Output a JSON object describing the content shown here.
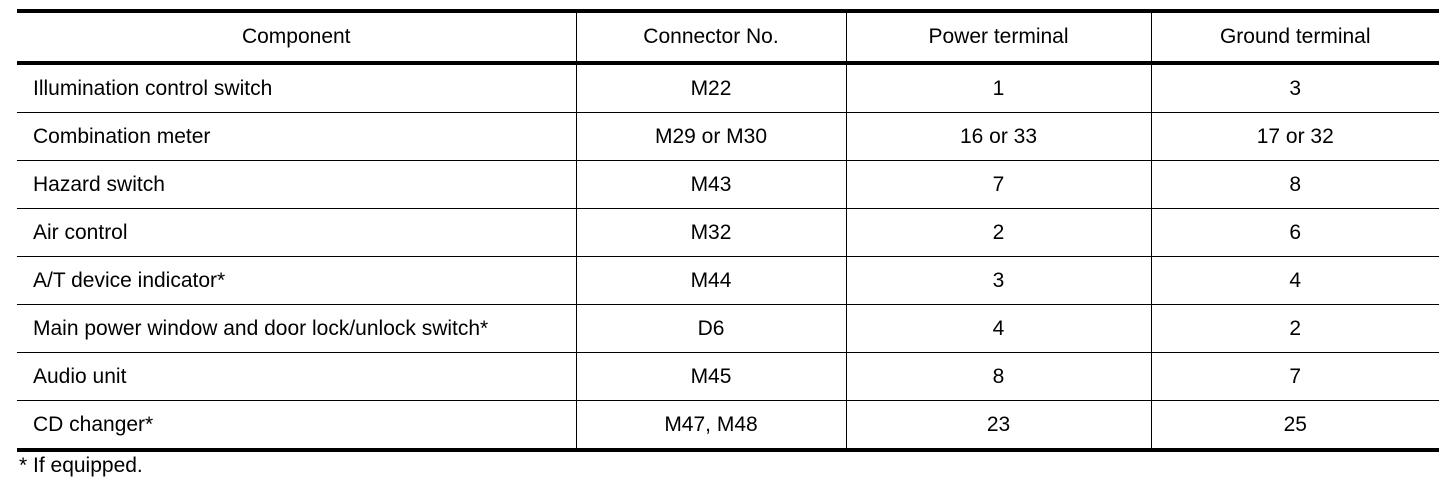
{
  "table": {
    "headers": [
      "Component",
      "Connector No.",
      "Power terminal",
      "Ground terminal"
    ],
    "rows": [
      [
        "Illumination control switch",
        "M22",
        "1",
        "3"
      ],
      [
        "Combination meter",
        "M29 or M30",
        "16 or 33",
        "17 or 32"
      ],
      [
        "Hazard switch",
        "M43",
        "7",
        "8"
      ],
      [
        "Air control",
        "M32",
        "2",
        "6"
      ],
      [
        "A/T device indicator*",
        "M44",
        "3",
        "4"
      ],
      [
        "Main power window and door lock/unlock switch*",
        "D6",
        "4",
        "2"
      ],
      [
        "Audio unit",
        "M45",
        "8",
        "7"
      ],
      [
        "CD changer*",
        "M47, M48",
        "23",
        "25"
      ]
    ]
  },
  "footnote": "* If equipped."
}
